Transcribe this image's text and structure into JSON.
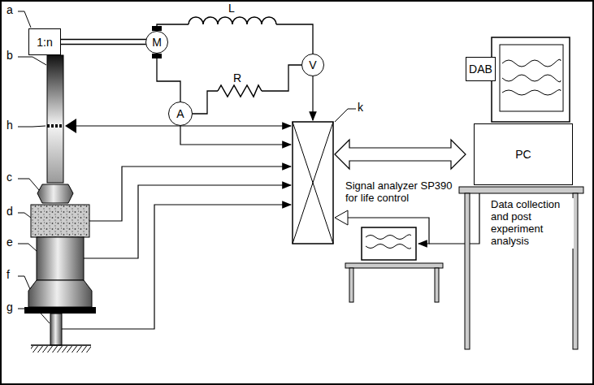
{
  "diagram": {
    "nodes": [
      {
        "text": [
          "1:n"
        ]
      },
      {
        "text": [
          "M"
        ]
      },
      {
        "text": [
          "V"
        ]
      },
      {
        "text": [
          "A"
        ]
      },
      {
        "text": [
          "DAB"
        ]
      },
      {
        "text": [
          "PC"
        ]
      }
    ],
    "edges": [
      {
        "from": 0,
        "to": 1,
        "arrow": "none"
      },
      {
        "from": 1,
        "to": 2,
        "arrow": "none"
      },
      {
        "from": 1,
        "to": 3,
        "arrow": "none"
      },
      {
        "from": 3,
        "to": 2,
        "arrow": "none"
      }
    ],
    "labels": [
      "a",
      "b",
      "h",
      "c",
      "d",
      "e",
      "f",
      "g",
      "L",
      "R",
      "k",
      "Signal analyzer SP390 for life control",
      "Data collection and post experiment analysis"
    ]
  }
}
